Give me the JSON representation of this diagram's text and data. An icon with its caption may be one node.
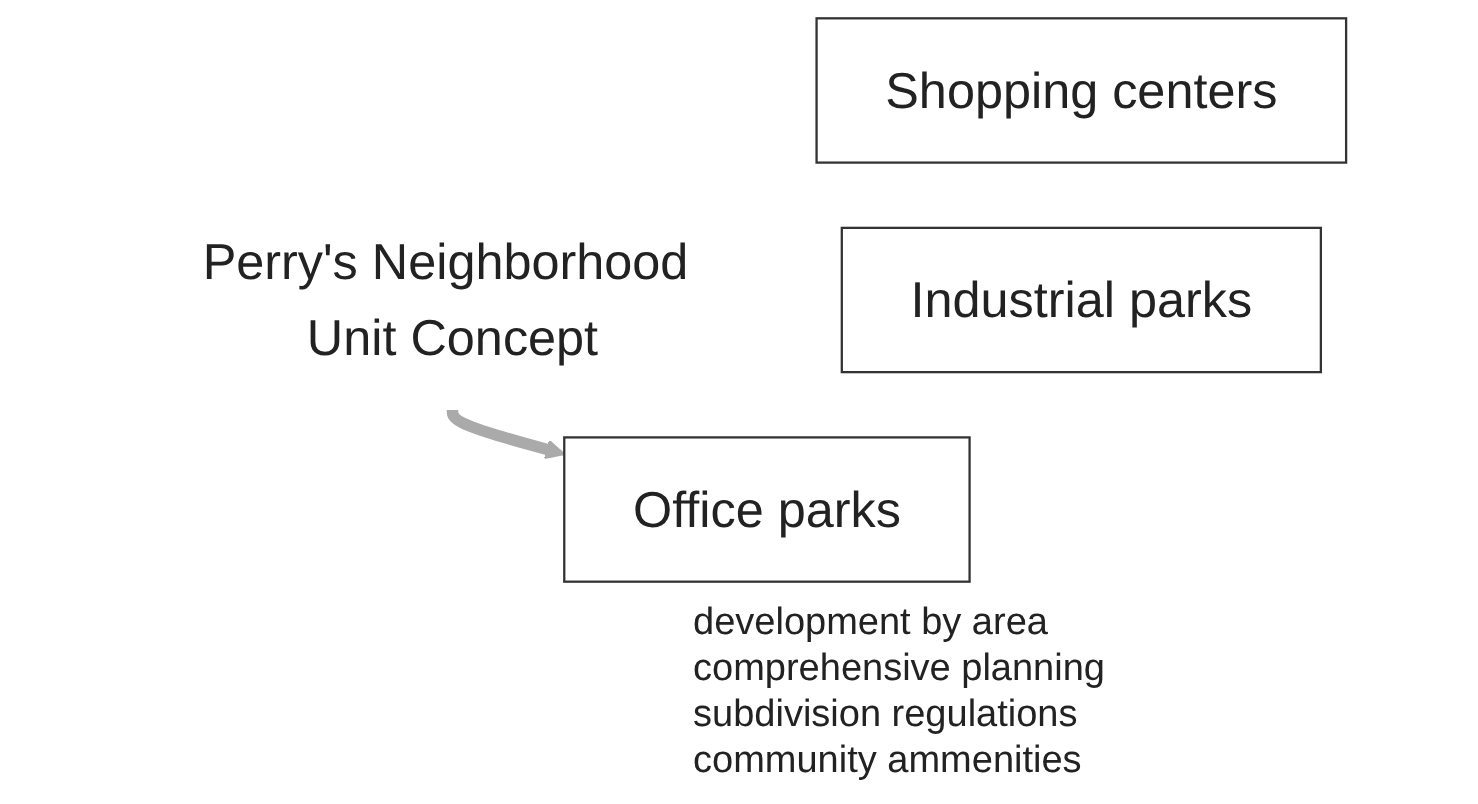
{
  "diagram": {
    "nodes": [
      {
        "text": [
          "Perry's Neighborhood Unit Concept"
        ]
      },
      {
        "text": [
          "Shopping centers"
        ]
      },
      {
        "text": [
          "Industrial parks"
        ]
      },
      {
        "text": [
          "Office parks"
        ]
      }
    ],
    "edges": [
      {
        "from": 0,
        "to": 3,
        "arrow": "to"
      }
    ],
    "labels": [
      "development by area",
      "comprehensive planning",
      "subdivision regulations",
      "community ammenities"
    ]
  }
}
